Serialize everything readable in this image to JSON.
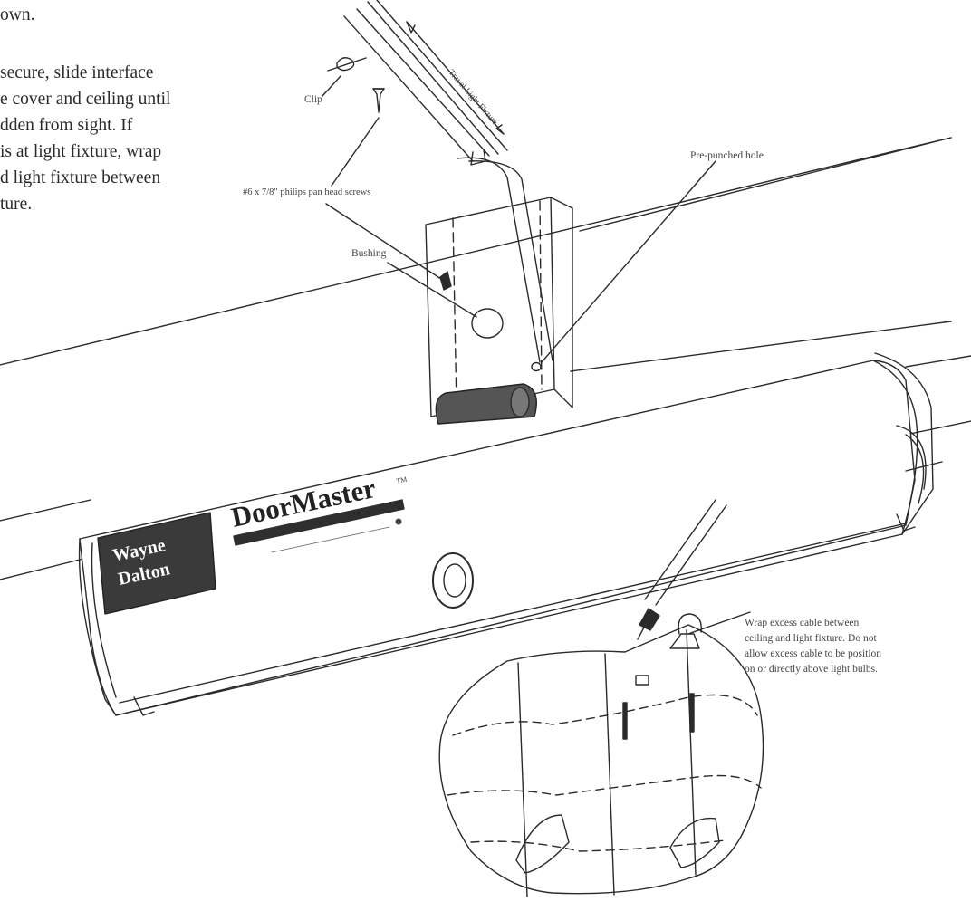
{
  "instructions": {
    "lines": [
      "own.",
      "",
      "secure, slide interface",
      "e cover and ceiling until",
      "dden from sight.  If",
      "is at light fixture, wrap",
      "d light fixture between",
      "ture."
    ]
  },
  "callouts": {
    "clip": "Clip",
    "travel_light_fixture": "Travel Light Fixture",
    "pre_punched_hole": "Pre-punched hole",
    "screws": "#6 x 7/8\" philips pan head screws",
    "bushing": "Bushing"
  },
  "wrap_note": {
    "lines": [
      "Wrap excess cable between",
      "ceiling and light fixture.  Do not",
      "allow excess cable to be position",
      "on or directly above light bulbs."
    ]
  },
  "branding": {
    "wayne_line1": "Wayne",
    "wayne_line2": "Dalton",
    "doormaster": "DoorMaster",
    "tm": "TM",
    "dark": "#3a3a3a"
  }
}
